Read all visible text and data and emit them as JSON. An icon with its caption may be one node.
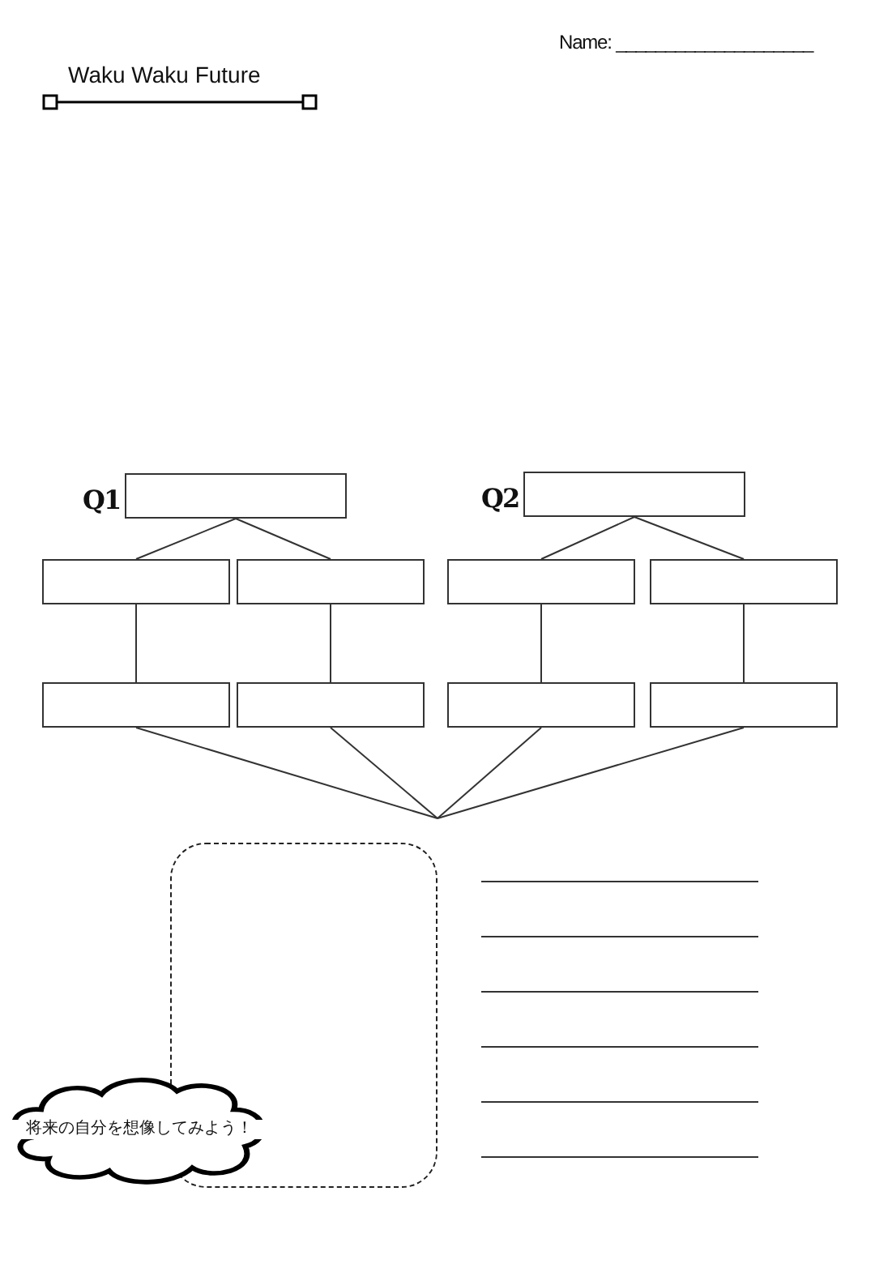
{
  "diagram": {
    "title": "Waku Waku Future",
    "nodes": [
      {
        "text": [
          "Q1"
        ]
      },
      {
        "text": [
          "Q2"
        ]
      },
      {
        "text": [],
        "shape": "box"
      },
      {
        "text": [],
        "shape": "box"
      },
      {
        "text": [],
        "shape": "box"
      },
      {
        "text": [],
        "shape": "box"
      },
      {
        "text": [],
        "shape": "box"
      },
      {
        "text": [],
        "shape": "box"
      },
      {
        "text": [],
        "shape": "box"
      },
      {
        "text": [],
        "shape": "box"
      },
      {
        "text": [],
        "shape": "box"
      },
      {
        "text": [
          "将来の自分を想像してみよう！"
        ]
      }
    ],
    "edges": [
      {
        "from": 0,
        "to": 2,
        "arrow": "none"
      },
      {
        "from": 0,
        "to": 3,
        "arrow": "none"
      },
      {
        "from": 1,
        "to": 4,
        "arrow": "none"
      },
      {
        "from": 1,
        "to": 5,
        "arrow": "none"
      },
      {
        "from": 2,
        "to": 6,
        "arrow": "none"
      },
      {
        "from": 3,
        "to": 7,
        "arrow": "none"
      },
      {
        "from": 4,
        "to": 8,
        "arrow": "none"
      },
      {
        "from": 5,
        "to": 9,
        "arrow": "none"
      },
      {
        "from": 6,
        "to": null,
        "arrow": "none"
      },
      {
        "from": 7,
        "to": null,
        "arrow": "none"
      },
      {
        "from": 8,
        "to": null,
        "arrow": "none"
      },
      {
        "from": 9,
        "to": null,
        "arrow": "none"
      }
    ],
    "labels": [
      "Name: ____________________"
    ]
  }
}
